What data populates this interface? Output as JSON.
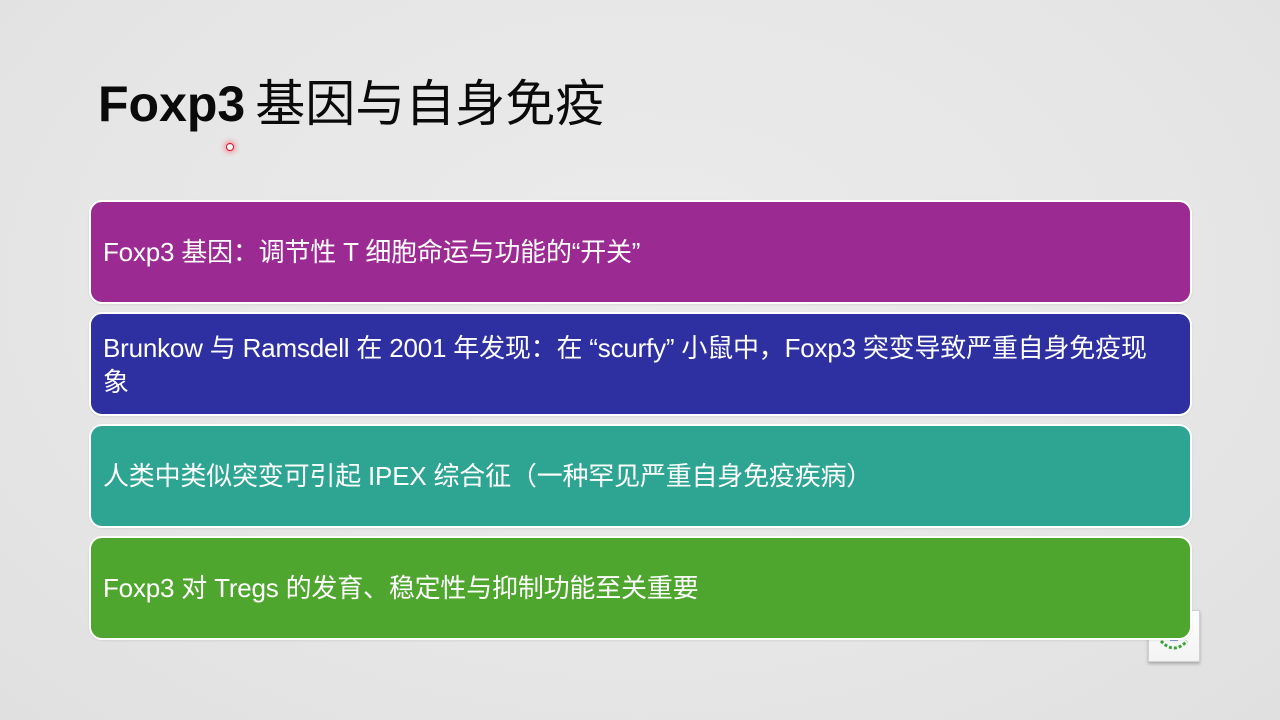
{
  "slide": {
    "title": {
      "latin": "Foxp3",
      "cjk": "基因与自身免疫"
    },
    "cards": [
      {
        "text": "Foxp3 基因：调节性 T 细胞命运与功能的“开关”",
        "color": "#9c2a93"
      },
      {
        "text": "Brunkow 与 Ramsdell 在 2001 年发现：在 “scurfy” 小鼠中，Foxp3 突变导致严重自身免疫现象",
        "color": "#2e2fa0"
      },
      {
        "text": "人类中类似突变可引起 IPEX 综合征（一种罕见严重自身免疫疾病）",
        "color": "#2ea592"
      },
      {
        "text": "Foxp3 对 Tregs 的发育、稳定性与抑制功能至关重要",
        "color": "#4ea62e"
      }
    ],
    "background_color": "#e8e8e8",
    "logo": {
      "icon": "laurel-wreath-logo-icon"
    },
    "pointer": {
      "icon": "laser-pointer-icon",
      "color": "#e0102a"
    }
  }
}
